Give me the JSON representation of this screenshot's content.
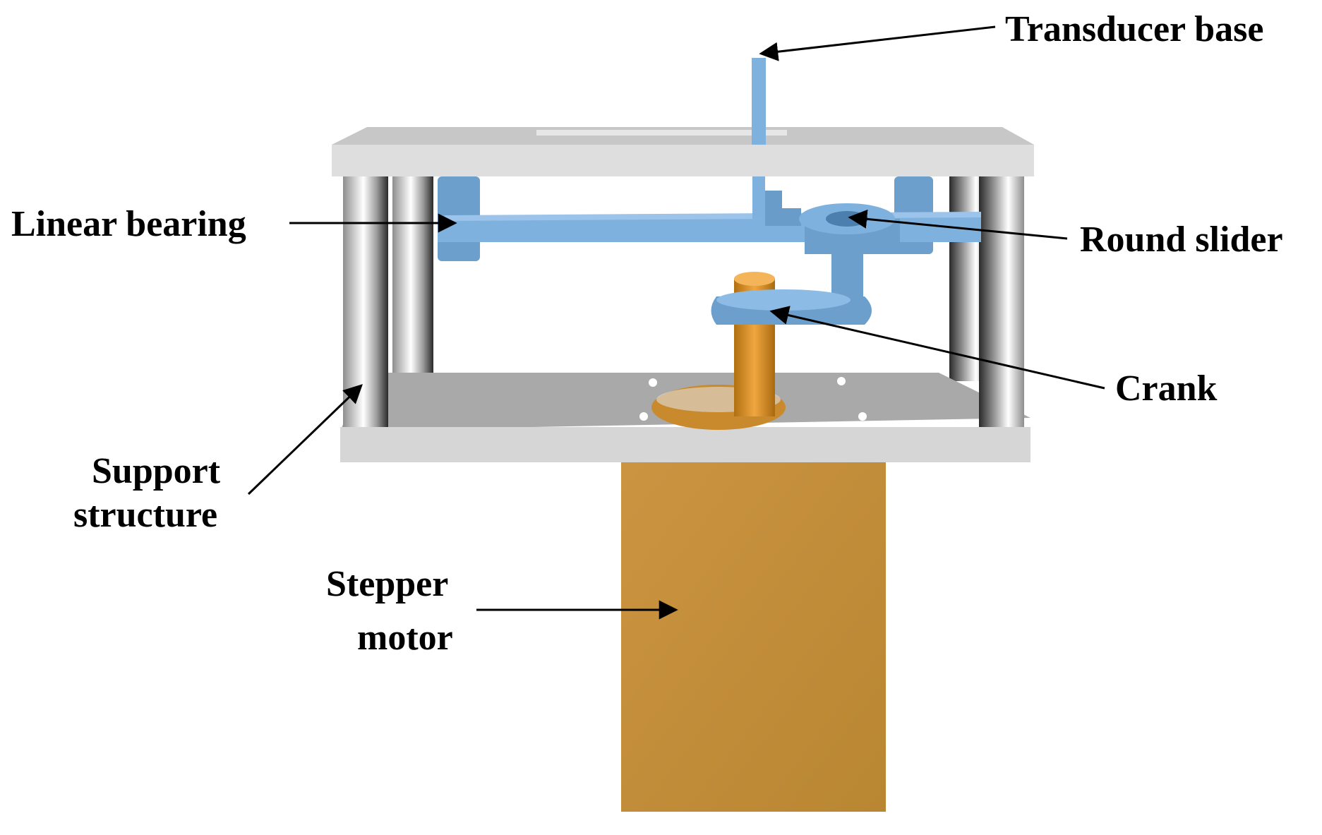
{
  "labels": {
    "transducer_base": "Transducer base",
    "linear_bearing": "Linear bearing",
    "round_slider": "Round slider",
    "crank": "Crank",
    "support_structure_line1": "Support",
    "support_structure_line2": "structure",
    "stepper_motor_line1": "Stepper",
    "stepper_motor_line2": "motor"
  },
  "colors": {
    "blue_part": "#7aaedc",
    "gray_plate": "#d9d9d9",
    "motor": "#c4903a",
    "shaft": "#d7962f"
  }
}
